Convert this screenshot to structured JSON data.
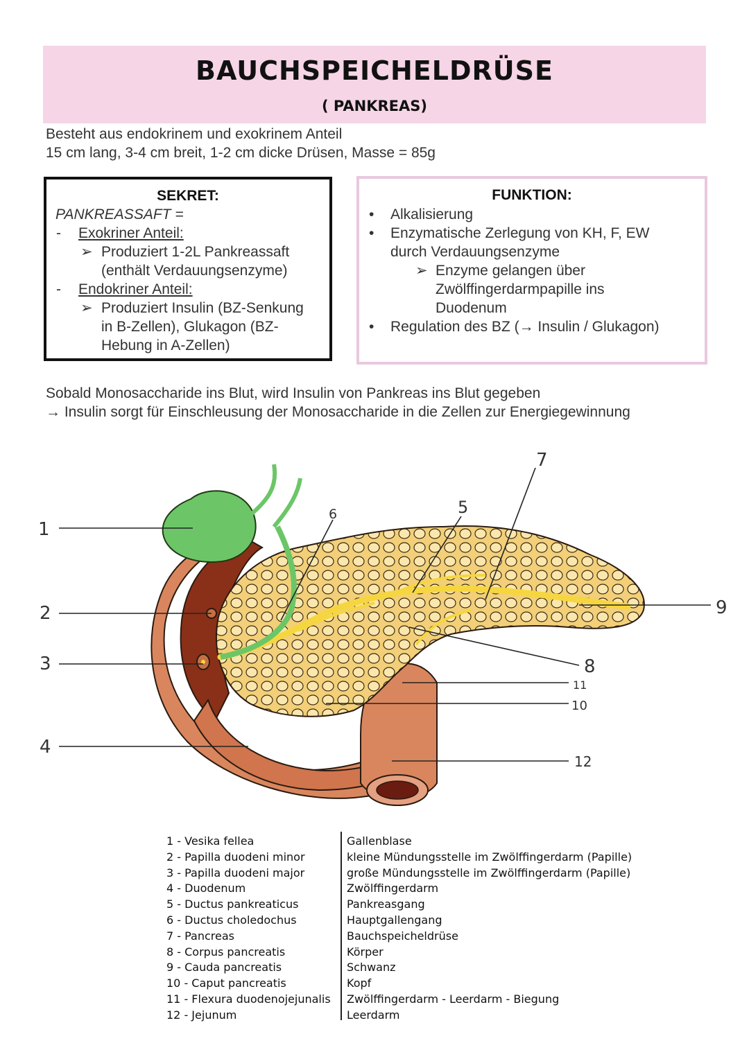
{
  "header": {
    "title": "BAUCHSPEICHELDRÜSE",
    "subtitle": "( PANKREAS)"
  },
  "intro": {
    "line1": "Besteht aus endokrinem und exokrinem Anteil",
    "line2": "15 cm lang, 3-4 cm breit, 1-2 cm dicke Drüsen, Masse = 85g"
  },
  "sekret": {
    "title": "SEKRET:",
    "formula": "PANKREASSAFT =",
    "exo_heading": "Exokriner Anteil:",
    "exo_item_line1": "Produziert 1-2L Pankreassaft",
    "exo_item_line2": "(enthält Verdauungsenzyme)",
    "endo_heading": "Endokriner Anteil:",
    "endo_item_line1": "Produziert Insulin (BZ-Senkung",
    "endo_item_line2": "in B-Zellen), Glukagon (BZ-",
    "endo_item_line3": "Hebung in A-Zellen)"
  },
  "funktion": {
    "title": "FUNKTION:",
    "bullet1": "Alkalisierung",
    "bullet2_line1": "Enzymatische Zerlegung von KH, F, EW",
    "bullet2_line2": "durch Verdauungsenzyme",
    "sub_line1": "Enzyme gelangen über",
    "sub_line2": "Zwölffingerdarmpapille ins",
    "sub_line3": "Duodenum",
    "bullet3": "Regulation des BZ (→ Insulin / Glukagon)"
  },
  "sentence": {
    "line1": "Sobald Monosaccharide ins Blut, wird Insulin von Pankreas ins Blut gegeben",
    "line2": "→ Insulin sorgt für Einschleusung der Monosaccharide in die Zellen zur Energiegewinnung"
  },
  "diagram_labels": {
    "n1": "1",
    "n2": "2",
    "n3": "3",
    "n4": "4",
    "n5": "5",
    "n6": "6",
    "n7": "7",
    "n8": "8",
    "n9": "9",
    "n10": "10",
    "n11": "11",
    "n12": "12"
  },
  "legend": {
    "latin": [
      "1 - Vesika fellea",
      "2 - Papilla duodeni minor",
      "3 - Papilla duodeni major",
      "4 - Duodenum",
      "5 - Ductus pankreaticus",
      "6 - Ductus choledochus",
      "7 - Pancreas",
      "8 - Corpus pancreatis",
      "9 - Cauda pancreatis",
      "10 - Caput pancreatis",
      "11 - Flexura duodenojejunalis",
      "12 - Jejunum"
    ],
    "german": [
      "Gallenblase",
      "kleine Mündungsstelle im Zwölffingerdarm (Papille)",
      "große Mündungsstelle im Zwölffingerdarm (Papille)",
      "Zwölffingerdarm",
      "Pankreasgang",
      "Hauptgallengang",
      "Bauchspeicheldrüse",
      "Körper",
      "Schwanz",
      "Kopf",
      "Zwölffingerdarm - Leerdarm - Biegung",
      "Leerdarm"
    ]
  },
  "colors": {
    "banner": "#f5d5e6",
    "funktion_border": "#e9c8df",
    "gallbladder": "#6cc667",
    "duodenum": "#d9865e",
    "pancreas": "#f2cf78",
    "duct": "#f6d640"
  }
}
